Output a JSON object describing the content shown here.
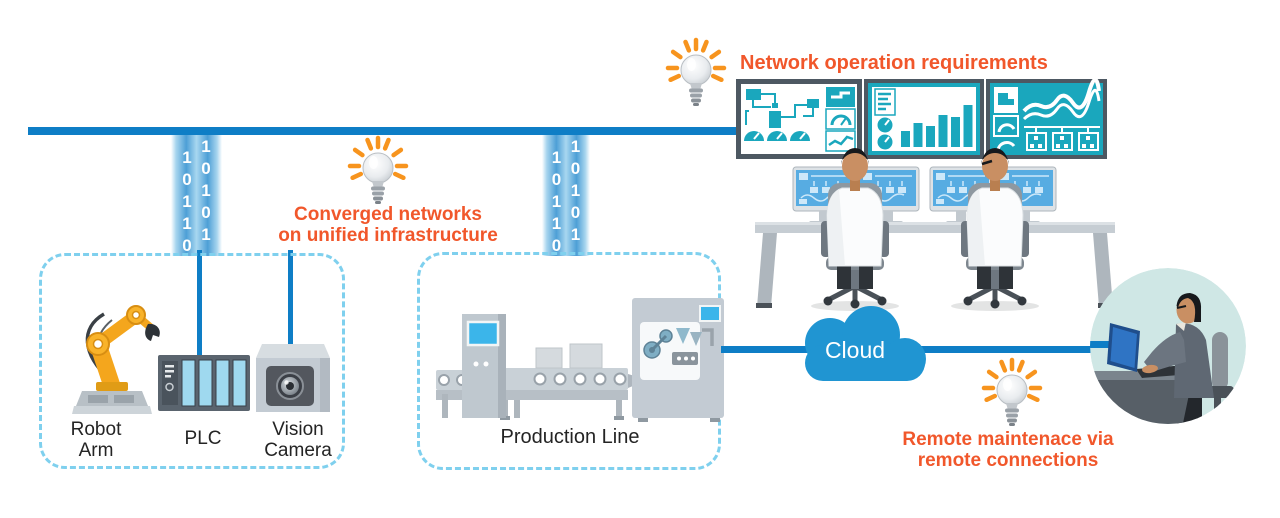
{
  "annotations": {
    "network_ops": {
      "text": "Network operation requirements"
    },
    "converged": {
      "line1": "Converged networks",
      "line2": "on unified infrastructure"
    },
    "remote": {
      "line1": "Remote maintenace via",
      "line2": "remote connections"
    }
  },
  "binary_streams": {
    "stream1": {
      "col1": "10110",
      "col2": "10101"
    },
    "stream2": {
      "col1": "10110",
      "col2": "10101"
    }
  },
  "device_box": {
    "robot_arm_label": {
      "line1": "Robot",
      "line2": "Arm"
    },
    "plc_label": "PLC",
    "vision_camera_label": {
      "line1": "Vision",
      "line2": "Camera"
    }
  },
  "production_box": {
    "label": "Production Line"
  },
  "cloud": {
    "label": "Cloud"
  },
  "icons": [
    "lightbulb-icon",
    "binary-stream-icon",
    "robot-arm-icon",
    "plc-icon",
    "vision-camera-icon",
    "production-line-icon",
    "wall-monitor-icon",
    "operator-icon",
    "office-chair-icon",
    "cloud-icon",
    "remote-engineer-icon"
  ],
  "colors": {
    "backbone": "#0E7EC6",
    "accent": "#F1572B",
    "teal": "#1AA7BD",
    "dashed": "#7FD0EE",
    "cloud": "#2095D2",
    "label": "#242424",
    "ray_orange": "#F7941E",
    "screen_blue": "#57ACE2",
    "robot_yellow": "#F4A61D"
  }
}
